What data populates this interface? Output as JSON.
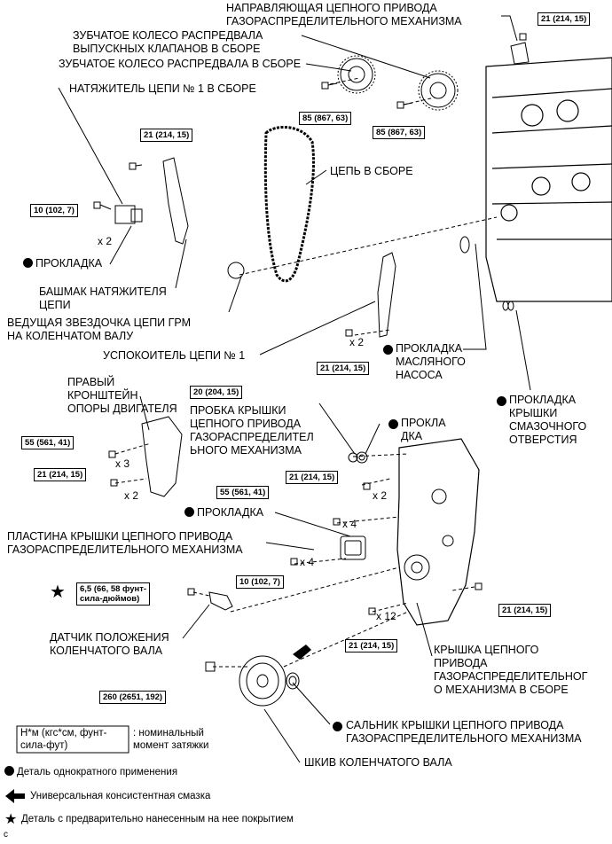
{
  "labels": {
    "chain_guide": "НАПРАВЛЯЮЩАЯ ЦЕПНОГО ПРИВОДА\nГАЗОРАСПРЕДЕЛИТЕЛЬНОГО МЕХАНИЗМА",
    "exhaust_gear": "ЗУБЧАТОЕ КОЛЕСО РАСПРЕДВАЛА\nВЫПУСКНЫХ КЛАПАНОВ В СБОРЕ",
    "cam_gear": "ЗУБЧАТОЕ КОЛЕСО РАСПРЕДВАЛА В СБОРЕ",
    "tensioner": "НАТЯЖИТЕЛЬ ЦЕПИ № 1 В СБОРЕ",
    "chain": "ЦЕПЬ В СБОРЕ",
    "gasket1": "ПРОКЛАДКА",
    "tensioner_slipper": "БАШМАК НАТЯЖИТЕЛЯ\nЦЕПИ",
    "crank_sprocket": "ВЕДУЩАЯ ЗВЕЗДОЧКА ЦЕПИ ГРМ\nНА КОЛЕНЧАТОМ ВАЛУ",
    "damper": "УСПОКОИТЕЛЬ ЦЕПИ № 1",
    "oil_pump_gasket": "ПРОКЛАДКА\nМАСЛЯНОГО\nНАСОСА",
    "oil_hole_gasket": "ПРОКЛАДКА\nКРЫШКИ\nСМАЗОЧНОГО\nОТВЕРСТИЯ",
    "bracket": "ПРАВЫЙ\nКРОНШТЕЙН\nОПОРЫ ДВИГАТЕЛЯ",
    "plug": "ПРОБКА КРЫШКИ\nЦЕПНОГО ПРИВОДА\nГАЗОРАСПРЕДЕЛИТЕЛ\nЬНОГО МЕХАНИЗМА",
    "gasket2": "ПРОКЛА\nДКА",
    "gasket3": "ПРОКЛАДКА",
    "cover_plate": "ПЛАСТИНА КРЫШКИ ЦЕПНОГО ПРИВОДА\nГАЗОРАСПРЕДЕЛИТЕЛЬНОГО МЕХАНИЗМА",
    "crank_sensor": "ДАТЧИК ПОЛОЖЕНИЯ\nКОЛЕНЧАТОГО ВАЛА",
    "cover_assy": "КРЫШКА ЦЕПНОГО\nПРИВОДА\nГАЗОРАСПРЕДЕЛИТЕЛЬНОГ\nО МЕХАНИЗМА В СБОРЕ",
    "oil_seal": "САЛЬНИК КРЫШКИ ЦЕПНОГО ПРИВОДА\nГАЗОРАСПРЕДЕЛИТЕЛЬНОГО МЕХАНИЗМА",
    "pulley": "ШКИВ КОЛЕНЧАТОГО ВАЛА"
  },
  "torques": {
    "t_guide": "21 (214, 15)",
    "t_cam1": "85 (867, 63)",
    "t_cam2": "85 (867, 63)",
    "t_tens_top": "21 (214, 15)",
    "t_tens_left": "10 (102, 7)",
    "t_damper": "21 (214, 15)",
    "t_plug": "20 (204, 15)",
    "t_bracket55": "55 (561, 41)",
    "t_bracket21": "21 (214, 15)",
    "t_cover21a": "21 (214, 15)",
    "t_cover55": "55 (561, 41)",
    "t_plate": "10 (102, 7)",
    "t_sensor": "6,5 (66, 58 фунт-\nсила-дюймов)",
    "t_cover_right": "21 (214, 15)",
    "t_cover_bottom": "21 (214, 15)",
    "t_pulley": "260 (2651, 192)"
  },
  "quantities": {
    "q_tens": "x 2",
    "q_damper": "x 2",
    "q_br3": "x 3",
    "q_br2": "x 2",
    "q_cov2": "x 2",
    "q_cov4": "x 4",
    "q_plate4": "x 4",
    "q_cov12": "x 12"
  },
  "legend": {
    "torque_box": "Н*м (кгс*см, фунт-\nсила-фут)",
    "torque_desc": ": номинальный\nмомент затяжки",
    "single_use": "Деталь однократного применения",
    "grease": "Универсальная консистентная смазка",
    "precoated": "Деталь с предварительно нанесенным на нее покрытием"
  },
  "corner_mark": "c"
}
